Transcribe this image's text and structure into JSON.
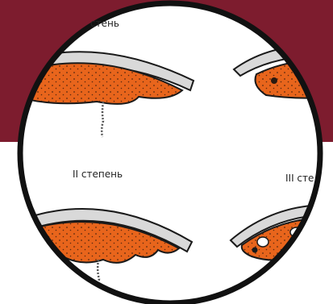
{
  "labels": {
    "top_left": "стень",
    "stage_ii": "II степень",
    "stage_iii": "III сте"
  },
  "colors": {
    "banner": "#7d1c2e",
    "lesion_fill": "#e8651c",
    "bone_arc": "#dcdcdc",
    "outline": "#1a1a1a",
    "ring": "#111111"
  }
}
